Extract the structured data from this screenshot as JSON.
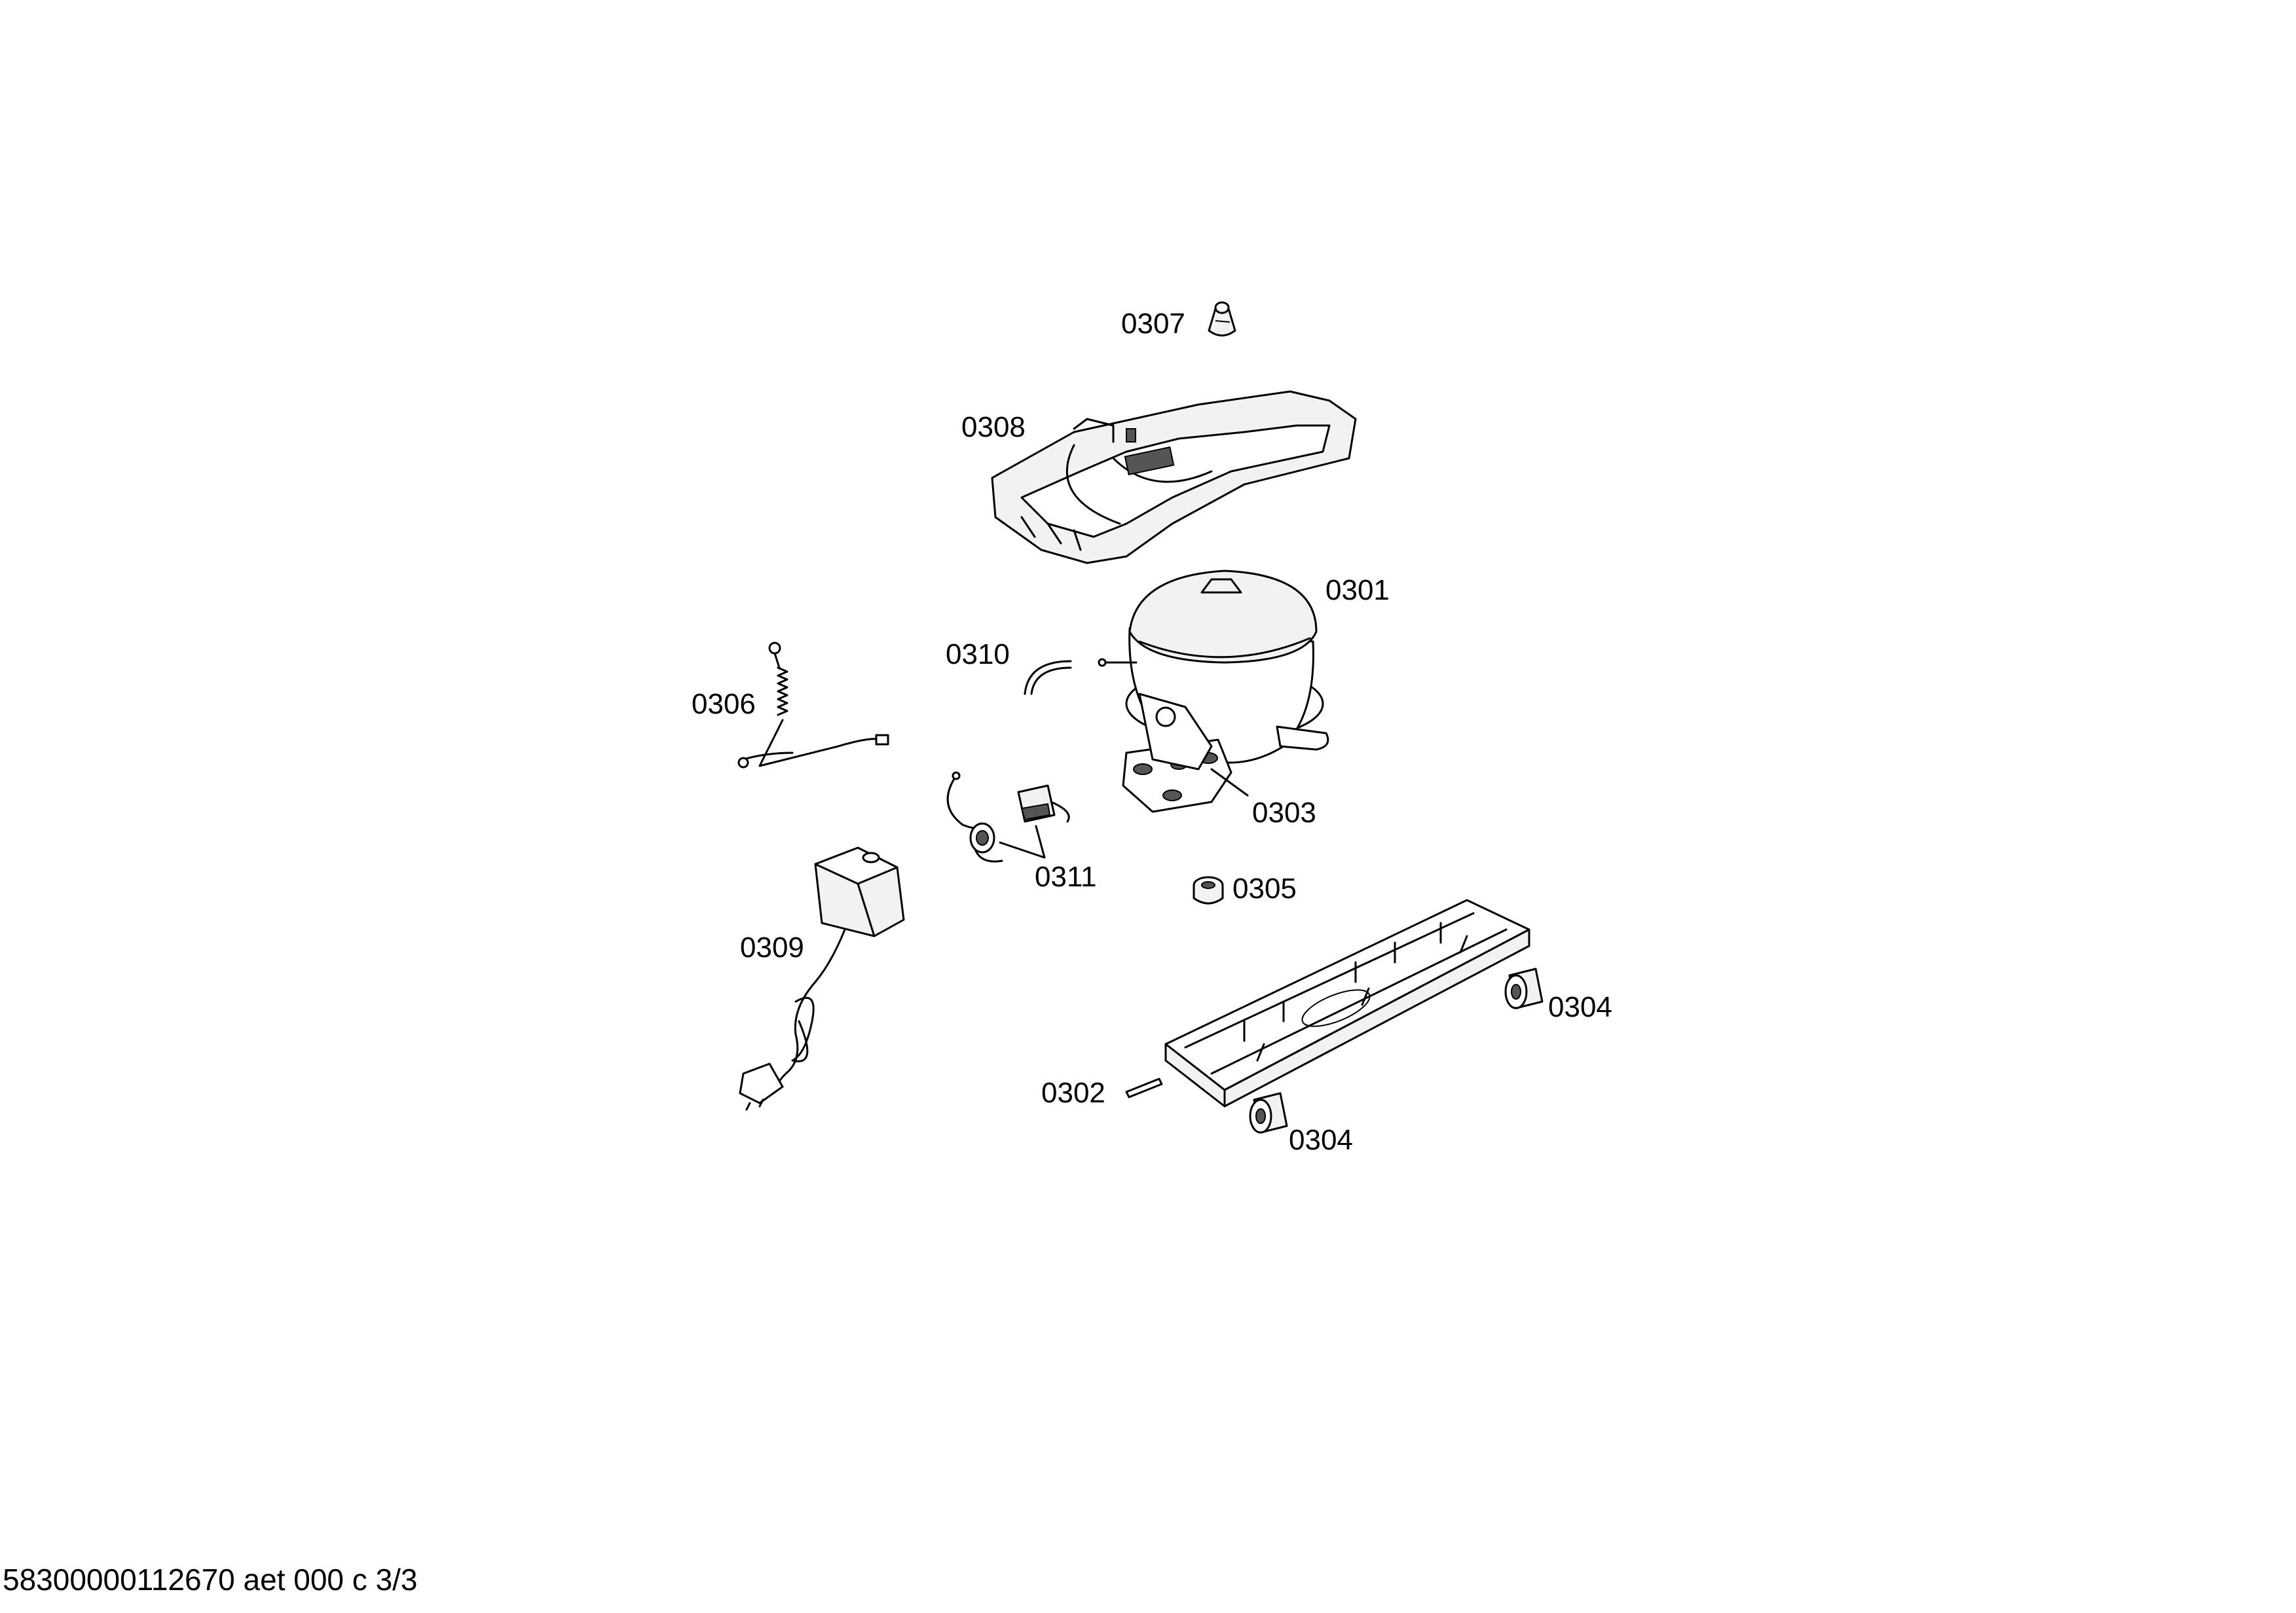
{
  "labels": {
    "p0301": "0301",
    "p0302": "0302",
    "p0303": "0303",
    "p0304a": "0304",
    "p0304b": "0304",
    "p0305": "0305",
    "p0306": "0306",
    "p0307": "0307",
    "p0308": "0308",
    "p0309": "0309",
    "p0310": "0310",
    "p0311": "0311"
  },
  "footer": "58300000112670 aet 000 c 3/3"
}
